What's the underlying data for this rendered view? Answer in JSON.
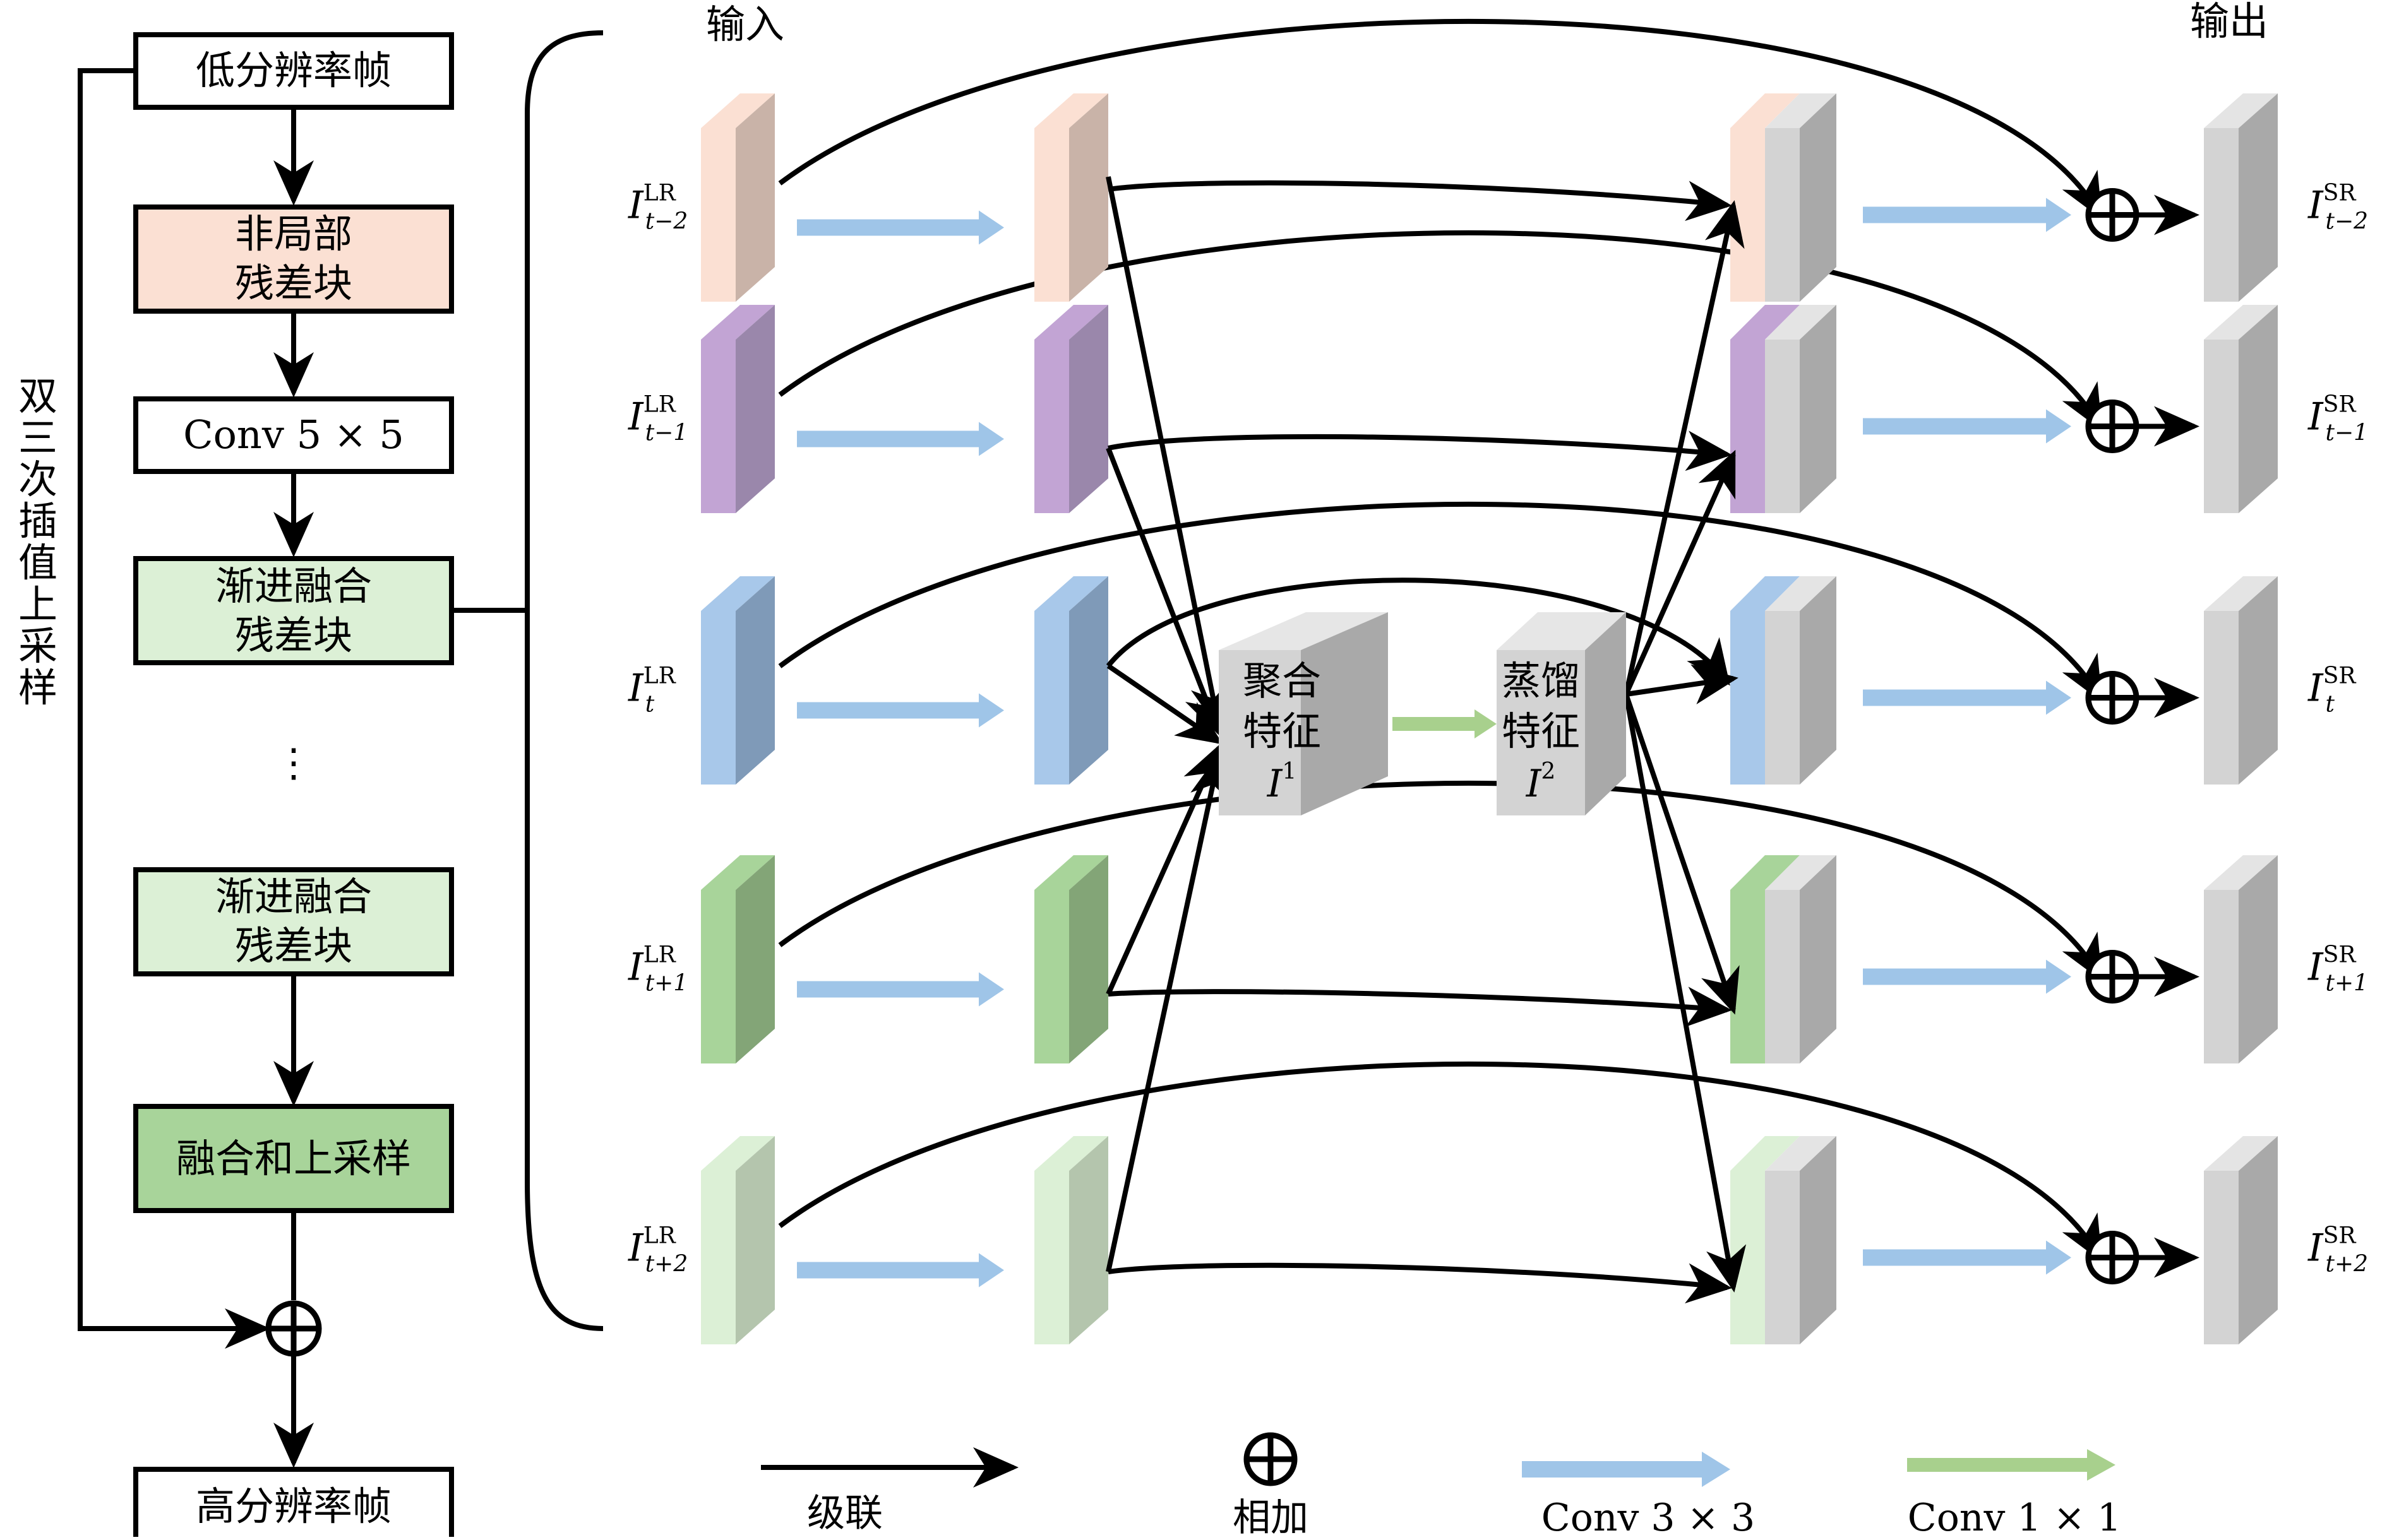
{
  "colors": {
    "pink": "#fbe0d3",
    "pink_side": "#c9b3a8",
    "purple": "#c2a4d4",
    "purple_side": "#9a87ab",
    "blue": "#a8c8ea",
    "blue_side": "#7f9ab8",
    "green": "#a8d49a",
    "green_side": "#83a577",
    "lightgreen": "#dcf0d6",
    "lightgreen_side": "#b4c5ad",
    "gray": "#d3d3d3",
    "gray_side": "#a9a9a9",
    "gray_top": "#e4e4e4",
    "arrow_blue": "#9fc5e8",
    "arrow_green": "#a8d08d",
    "nonlocal_fill": "#fbe0d3",
    "prog_fill": "#dcf0d6",
    "fusion_fill": "#a8d49a"
  },
  "left": {
    "side_label": "双三次插值上采样",
    "blocks": [
      "低分辨率帧",
      "非局部\n残差块",
      "Conv 5 × 5",
      "渐进融合\n残差块",
      "⋮",
      "渐进融合\n残差块",
      "融合和上采样",
      "高分辨率帧"
    ]
  },
  "headers": {
    "input": "输入",
    "output": "输出"
  },
  "inputs": [
    {
      "base": "I",
      "sup": "LR",
      "sub": "t−2"
    },
    {
      "base": "I",
      "sup": "LR",
      "sub": "t−1"
    },
    {
      "base": "I",
      "sup": "LR",
      "sub": "t"
    },
    {
      "base": "I",
      "sup": "LR",
      "sub": "t+1"
    },
    {
      "base": "I",
      "sup": "LR",
      "sub": "t+2"
    }
  ],
  "outputs": [
    {
      "base": "I",
      "sup": "SR",
      "sub": "t−2"
    },
    {
      "base": "I",
      "sup": "SR",
      "sub": "t−1"
    },
    {
      "base": "I",
      "sup": "SR",
      "sub": "t"
    },
    {
      "base": "I",
      "sup": "SR",
      "sub": "t+1"
    },
    {
      "base": "I",
      "sup": "SR",
      "sub": "t+2"
    }
  ],
  "center": {
    "aggregate": {
      "line1": "聚合",
      "line2": "特征",
      "sym": "I",
      "sup": "1"
    },
    "distill": {
      "line1": "蒸馏",
      "line2": "特征",
      "sym": "I",
      "sup": "2"
    }
  },
  "legend": {
    "concat": "级联",
    "add": "相加",
    "conv3": "Conv 3 × 3",
    "conv1": "Conv 1 × 1"
  }
}
